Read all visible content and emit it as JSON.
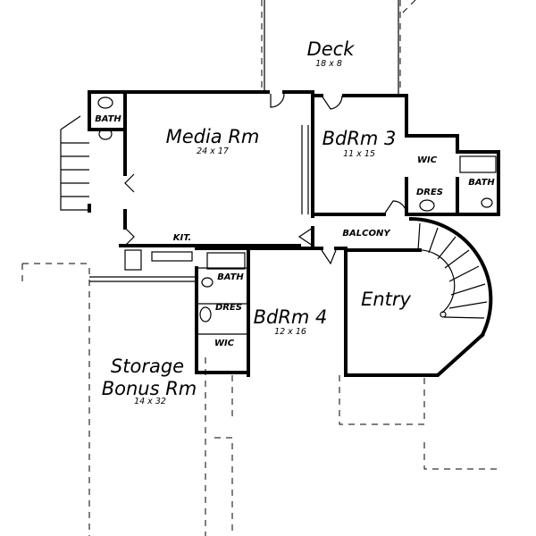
{
  "rooms": {
    "deck": {
      "name": "Deck",
      "size": "18 x 8"
    },
    "media": {
      "name": "Media Rm",
      "size": "24 x 17"
    },
    "bdrm3": {
      "name": "BdRm 3",
      "size": "11 x 15"
    },
    "bdrm4": {
      "name": "BdRm 4",
      "size": "12 x 16"
    },
    "entry": {
      "name": "Entry"
    },
    "storage": {
      "name_line1": "Storage",
      "name_line2": "Bonus Rm",
      "size": "14 x 32"
    }
  },
  "small_labels": {
    "bath_left": "BATH",
    "wic_3": "WIC",
    "dres_3": "DRES",
    "bath_3": "BATH",
    "balcony": "BALCONY",
    "kit": "KIT.",
    "bath_4": "BATH",
    "dres_4": "DRES",
    "wic_4": "WIC"
  }
}
